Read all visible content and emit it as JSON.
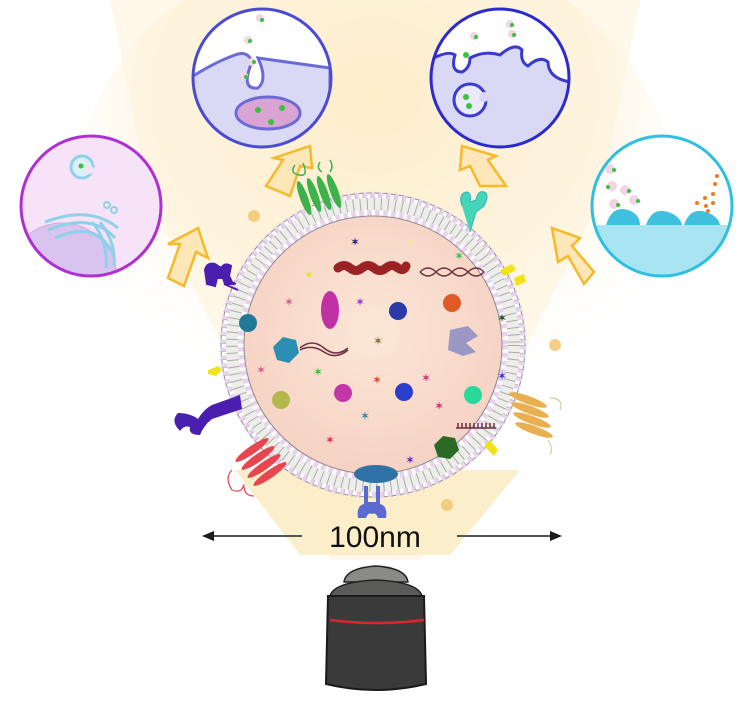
{
  "figure": {
    "type": "schematic",
    "subject": "extracellular vesicle observed through microscope objective",
    "scale_bar": {
      "label": "100nm",
      "arrow_color": "#1a1a1a"
    },
    "colors": {
      "beam": "#fbe8b8",
      "vesicle_lumen": "#f8dccb",
      "membrane_head": "#e9d2ef",
      "membrane_outline": "#8a8a8a",
      "uptake_arrow_fill": "#fde7b8",
      "uptake_arrow_stroke": "#f5b92a",
      "objective_body": "#3a3a3a",
      "objective_band": "#d9262a"
    },
    "insets": [
      {
        "id": "golgi-fusion",
        "border_color": "#b02fd3",
        "fill": "#f6e3f7",
        "description": "intracellular trafficking near nucleus and Golgi"
      },
      {
        "id": "endocytosis",
        "border_color": "#4a4ad6",
        "fill": "#d9d8f5",
        "description": "endocytosis via membrane invagination and endosome"
      },
      {
        "id": "macropinocytosis",
        "border_color": "#2a2ad0",
        "fill": "#d9d8f5",
        "description": "membrane ruffling and macropinocytosis"
      },
      {
        "id": "surface-binding",
        "border_color": "#2fbfe0",
        "fill": "#a9e4f2",
        "description": "vesicles and cargo released onto cell layer"
      }
    ],
    "membrane_proteins": [
      {
        "name": "green-7tm-receptor",
        "color": "#3bb34a"
      },
      {
        "name": "teal-y-receptor",
        "color": "#45d6b8"
      },
      {
        "name": "purple-receptor-top",
        "color": "#4a1fb0"
      },
      {
        "name": "purple-y-receptor-left",
        "color": "#4a1fb0"
      },
      {
        "name": "red-7tm-receptor",
        "color": "#e8454f"
      },
      {
        "name": "blue-channel-bottom",
        "color": "#5a6ad0"
      },
      {
        "name": "orange-7tm-receptor",
        "color": "#eab04f"
      },
      {
        "name": "yellow-anchored-proteins",
        "color": "#f2e21a"
      },
      {
        "name": "orange-peripheral-protein",
        "color": "#f4c26a"
      }
    ],
    "cargo": [
      {
        "shape": "chain",
        "color": "#9b2325"
      },
      {
        "shape": "dna-helix",
        "color": "#6e2f3e"
      },
      {
        "shape": "rna-strand",
        "color": "#6e2f3e"
      },
      {
        "shape": "rna-comb",
        "color": "#6e2f3e"
      },
      {
        "shape": "ellipse",
        "color": "#c230a6"
      },
      {
        "shape": "circle",
        "color": "#2a3aa8"
      },
      {
        "shape": "circle",
        "color": "#e05a28"
      },
      {
        "shape": "circle",
        "color": "#23799a"
      },
      {
        "shape": "hexagon",
        "color": "#2b8fb3"
      },
      {
        "shape": "pacman-hexagon",
        "color": "#9c98c6"
      },
      {
        "shape": "circle",
        "color": "#c236a8"
      },
      {
        "shape": "circle",
        "color": "#2a3ec9"
      },
      {
        "shape": "circle",
        "color": "#b4b84a"
      },
      {
        "shape": "circle",
        "color": "#29d99a"
      },
      {
        "shape": "hexagon",
        "color": "#2a6a25"
      },
      {
        "shape": "ellipse",
        "color": "#2f72a6"
      }
    ]
  }
}
